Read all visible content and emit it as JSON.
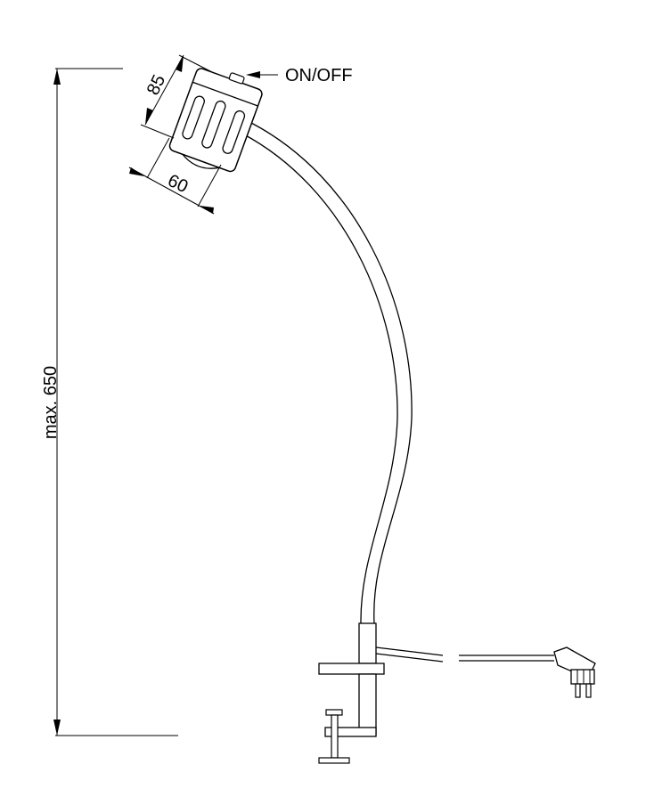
{
  "labels": {
    "on_off": "ON/OFF",
    "dim_height": "max. 650",
    "dim_head_length": "85",
    "dim_head_diameter": "60"
  },
  "colors": {
    "line": "#000000",
    "background": "#ffffff"
  }
}
